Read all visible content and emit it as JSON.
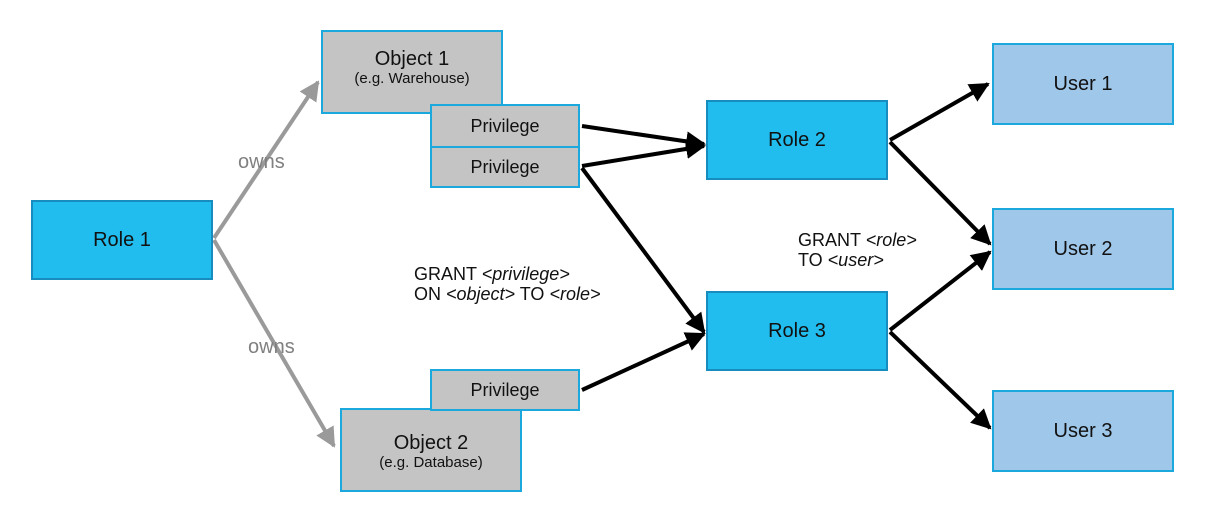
{
  "roles": {
    "role1": "Role 1",
    "role2": "Role 2",
    "role3": "Role 3"
  },
  "objects": {
    "object1": {
      "title": "Object 1",
      "subtitle": "(e.g. Warehouse)"
    },
    "object2": {
      "title": "Object 2",
      "subtitle": "(e.g. Database)"
    }
  },
  "privileges": {
    "p1": "Privilege",
    "p2": "Privilege",
    "p3": "Privilege"
  },
  "users": {
    "user1": "User 1",
    "user2": "User 2",
    "user3": "User 3"
  },
  "edges": {
    "owns_top": "owns",
    "owns_bottom": "owns"
  },
  "annotations": {
    "grant_privilege": {
      "line1_prefix": "GRANT ",
      "line1_var": "<privilege>",
      "line2_prefix": "ON ",
      "line2_var1": "<object>",
      "line2_mid": " TO ",
      "line2_var2": "<role>"
    },
    "grant_role": {
      "line1_prefix": "GRANT ",
      "line1_var": "<role>",
      "line2_prefix": "TO ",
      "line2_var": "<user>"
    }
  },
  "colors": {
    "role_fill": "#21bdee",
    "user_fill": "#9fc7ea",
    "object_fill": "#c4c4c4",
    "owns_arrow": "#9a9a9a",
    "grant_arrow": "#000000"
  }
}
